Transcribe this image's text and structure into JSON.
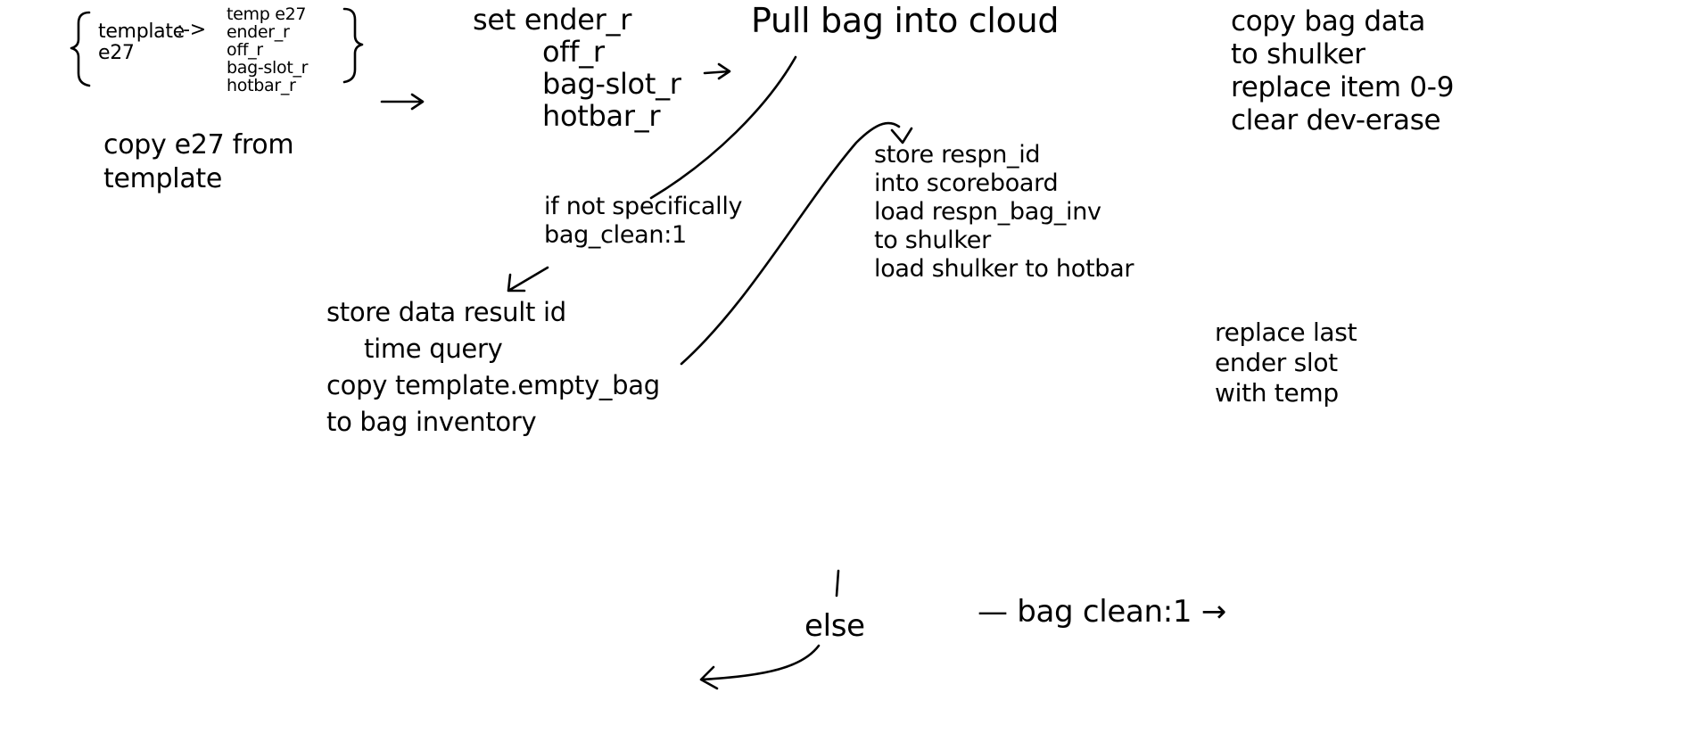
{
  "notes": {
    "bracket_left": [
      "template",
      "e27"
    ],
    "bracket_arrow": ":->",
    "bracket_right": [
      "temp e27",
      "ender_r",
      "off_r",
      "bag-slot_r",
      "hotbar_r"
    ],
    "copy_e27": [
      "copy e27 from",
      "template"
    ],
    "set_block": [
      "set ender_r",
      "off_r",
      "bag-slot_r",
      "hotbar_r"
    ],
    "pull_title": "Pull bag into cloud",
    "condition": [
      "if not specifically",
      "bag_clean:1"
    ],
    "store_block": [
      "store data result id",
      "time query",
      "copy template.empty_bag",
      "to bag inventory"
    ],
    "respawn_block": [
      "store respn_id",
      "into scoreboard",
      "load respn_bag_inv",
      "to shulker",
      "load shulker to hotbar"
    ],
    "copy_bag_block": [
      "copy bag data",
      "to shulker",
      "replace item 0-9",
      "clear dev-erase"
    ],
    "replace_block": [
      "replace last",
      "ender slot",
      "with temp"
    ],
    "else_label": "else",
    "bag_clean_label": "— bag clean:1 →"
  },
  "colors": {
    "ink": "#000000",
    "background": "#ffffff"
  }
}
